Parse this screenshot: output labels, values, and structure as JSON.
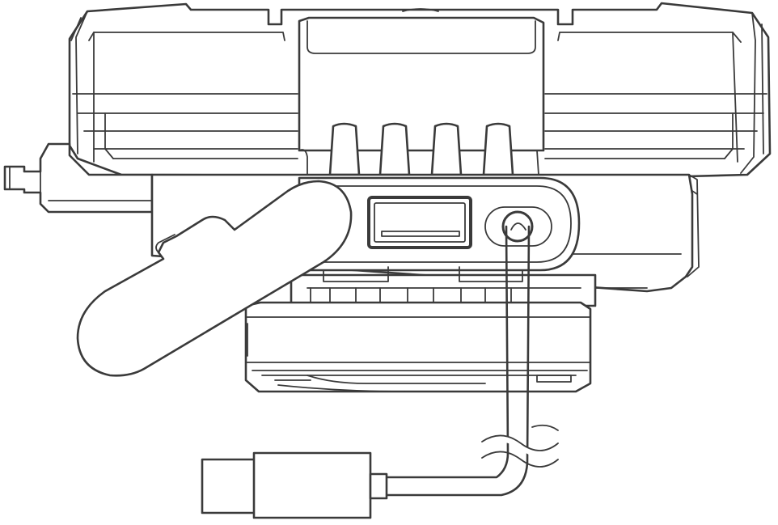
{
  "diagram": {
    "stroke_color": "#3a3a3a",
    "background_color": "#ffffff",
    "parts": {
      "device": "device-body",
      "usb_port": "usb-a-port",
      "dc_port": "round-dc-port",
      "cable": "charging-cable",
      "plug": "usb-c-plug",
      "handle": "side-handle"
    }
  }
}
